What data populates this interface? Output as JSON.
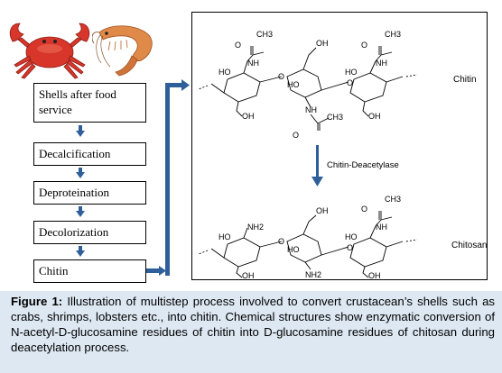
{
  "steps": [
    {
      "label": "Shells after food service"
    },
    {
      "label": "Decalcification"
    },
    {
      "label": "Deproteination"
    },
    {
      "label": "Decolorization"
    },
    {
      "label": "Chitin"
    }
  ],
  "chemistry": {
    "top_label": "Chitin",
    "enzyme_label": "Chitin-Deacetylase",
    "bottom_label": "Chitosan",
    "groups": {
      "ch3": "CH3",
      "o": "O",
      "nh": "NH",
      "ho": "HO",
      "oh": "OH",
      "nh2": "NH2"
    }
  },
  "caption": {
    "prefix": "Figure 1:",
    "text": " Illustration of multistep process involved to convert crustacean’s shells such as crabs, shrimps, lobsters etc., into chitin.  Chemical structures show enzymatic conversion of  N-acetyl-D-glucosamine residues of chitin into D-glucosamine residues of chitosan during deacetylation process."
  },
  "colors": {
    "arrow_blue": "#2f5f9a",
    "crab_red": "#d8362a",
    "caption_bg": "#dde8f2"
  }
}
